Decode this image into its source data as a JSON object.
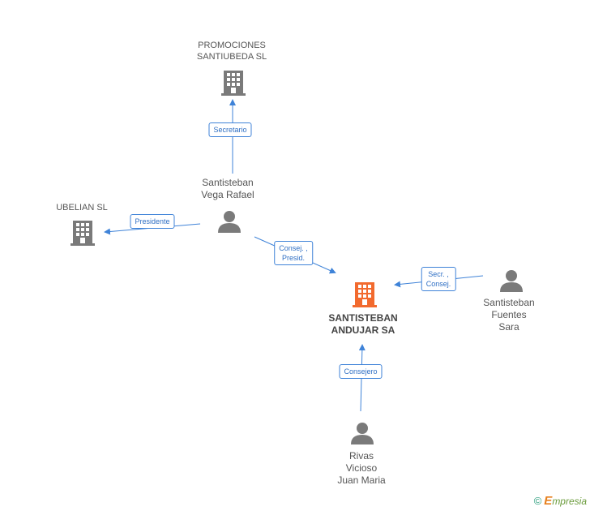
{
  "nodes": {
    "promociones": {
      "lines": [
        "PROMOCIONES",
        "SANTIUBEDA SL"
      ],
      "type": "company"
    },
    "ubelian": {
      "lines": [
        "UBELIAN SL"
      ],
      "type": "company"
    },
    "santisteban_andujar": {
      "lines": [
        "SANTISTEBAN",
        "ANDUJAR SA"
      ],
      "type": "company-main"
    },
    "vega_rafael": {
      "lines": [
        "Santisteban",
        "Vega Rafael"
      ],
      "type": "person"
    },
    "fuentes_sara": {
      "lines": [
        "Santisteban",
        "Fuentes",
        "Sara"
      ],
      "type": "person"
    },
    "rivas": {
      "lines": [
        "Rivas",
        "Vicioso",
        "Juan Maria"
      ],
      "type": "person"
    }
  },
  "edges": {
    "secretario": {
      "from": "vega_rafael",
      "to": "promociones",
      "lines": [
        "Secretario"
      ]
    },
    "presidente": {
      "from": "vega_rafael",
      "to": "ubelian",
      "lines": [
        "Presidente"
      ]
    },
    "consej_presid": {
      "from": "vega_rafael",
      "to": "santisteban_andujar",
      "lines": [
        "Consej. ,",
        "Presid."
      ]
    },
    "secr_consej": {
      "from": "fuentes_sara",
      "to": "santisteban_andujar",
      "lines": [
        "Secr. ,",
        "Consej."
      ]
    },
    "consejero": {
      "from": "rivas",
      "to": "santisteban_andujar",
      "lines": [
        "Consejero"
      ]
    }
  },
  "colors": {
    "edge": "#3f83d8",
    "company_icon": "#7a7a7a",
    "main_company_icon": "#f26a2e",
    "person_icon": "#7a7a7a"
  },
  "icons": {
    "company": "building-icon",
    "person": "person-icon"
  },
  "footer": {
    "copyright": "©",
    "brand_initial": "E",
    "brand_rest": "mpresia"
  }
}
